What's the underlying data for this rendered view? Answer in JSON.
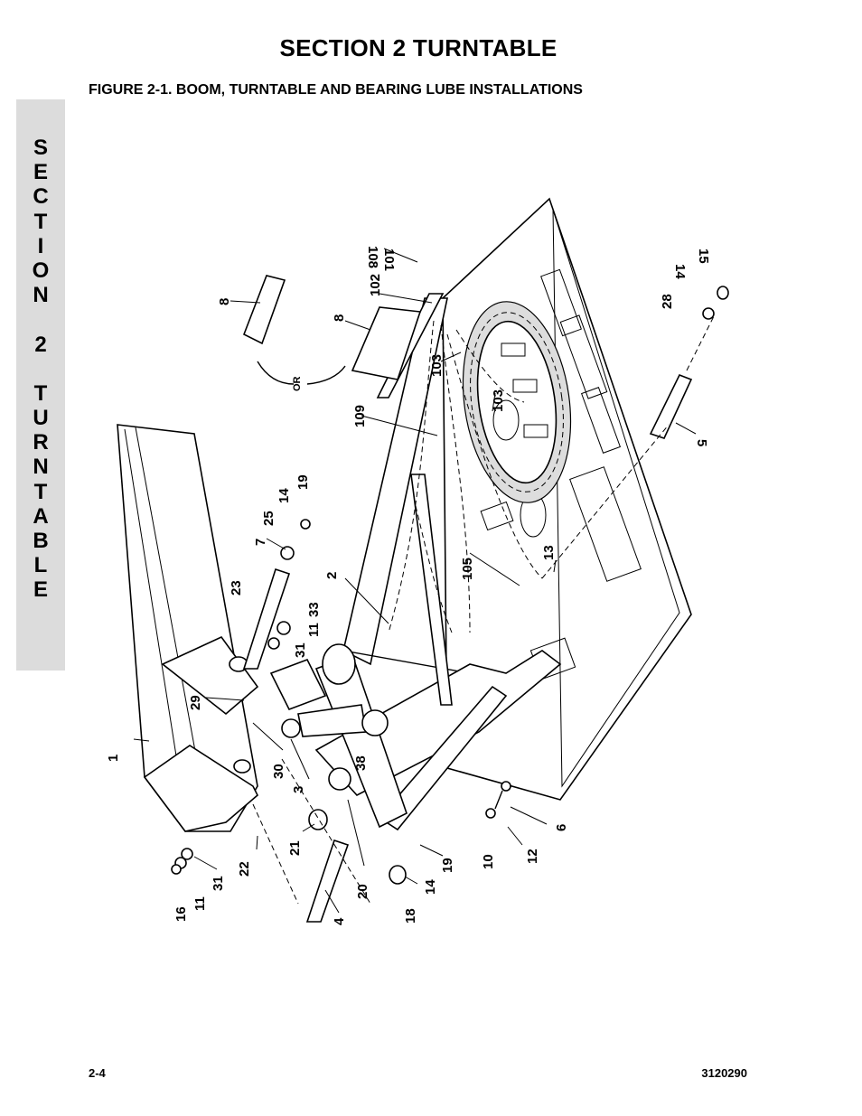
{
  "header": {
    "section_title": "SECTION 2  TURNTABLE",
    "figure_title": "FIGURE 2-1.    BOOM, TURNTABLE AND BEARING LUBE INSTALLATIONS"
  },
  "side_tab": {
    "letters": [
      "S",
      "E",
      "C",
      "T",
      "I",
      "O",
      "N",
      "",
      "2",
      "",
      "T",
      "U",
      "R",
      "N",
      "T",
      "A",
      "B",
      "L",
      "E"
    ]
  },
  "diagram": {
    "callouts": [
      "108",
      "101",
      "102",
      "8",
      "8",
      "OR",
      "103",
      "103",
      "109",
      "15",
      "14",
      "28",
      "5",
      "19",
      "14",
      "25",
      "7",
      "2",
      "105",
      "13",
      "23",
      "33",
      "11",
      "31",
      "29",
      "1",
      "30",
      "3",
      "38",
      "22",
      "21",
      "20",
      "31",
      "11",
      "16",
      "4",
      "19",
      "14",
      "18",
      "10",
      "12",
      "6"
    ]
  },
  "footer": {
    "page_number": "2-4",
    "doc_number": "3120290"
  }
}
